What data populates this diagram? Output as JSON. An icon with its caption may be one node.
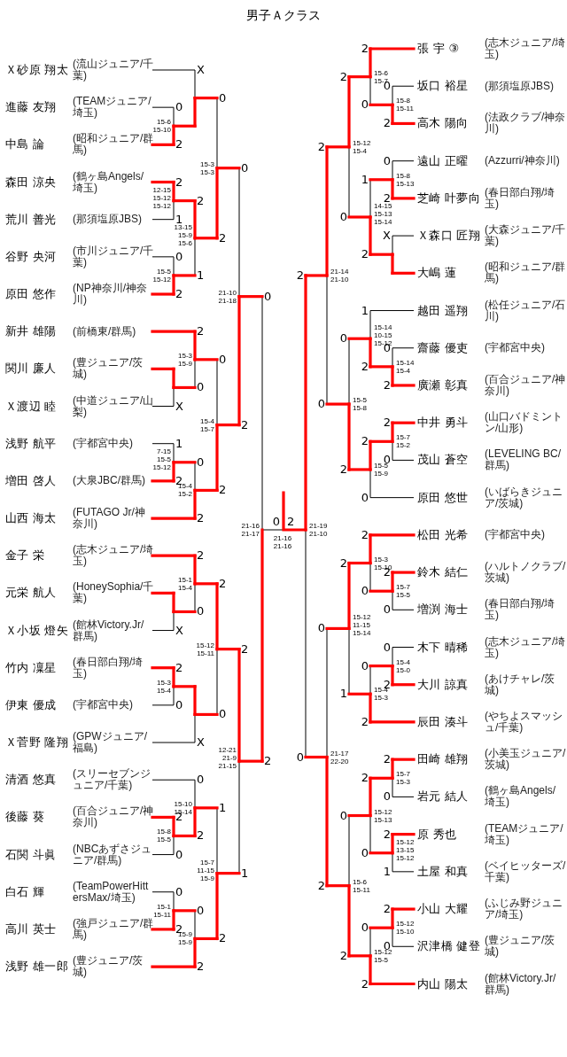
{
  "diagram": {
    "title": "男子Ａクラス",
    "nodes": [
      {
        "text": [
          "Ｘ砂原 翔太",
          "(流山ジュニア/千葉)"
        ]
      },
      {
        "text": [
          "進藤 友翔",
          "(TEAMジュニア/埼玉)"
        ]
      },
      {
        "text": [
          "中島 論",
          "(昭和ジュニア/群馬)"
        ]
      },
      {
        "text": [
          "森田 涼央",
          "(鶴ヶ島Angels/埼玉)"
        ]
      },
      {
        "text": [
          "荒川 善光",
          "(那須塩原JBS)"
        ]
      },
      {
        "text": [
          "谷野 央河",
          "(市川ジュニア/千葉)"
        ]
      },
      {
        "text": [
          "原田 悠作",
          "(NP神奈川/神奈川)"
        ]
      },
      {
        "text": [
          "新井 雄陽",
          "(前橋東/群馬)"
        ]
      },
      {
        "text": [
          "関川 廉人",
          "(豊ジュニア/茨城)"
        ]
      },
      {
        "text": [
          "Ｘ渡辺 睦",
          "(中道ジュニア/山梨)"
        ]
      },
      {
        "text": [
          "浅野 航平",
          "(宇都宮中央)"
        ]
      },
      {
        "text": [
          "増田 啓人",
          "(大泉JBC/群馬)"
        ]
      },
      {
        "text": [
          "山西 海太",
          "(FUTAGO Jr/神奈川)"
        ]
      },
      {
        "text": [
          "金子 栄",
          "(志木ジュニア/埼玉)"
        ]
      },
      {
        "text": [
          "元栄 航人",
          "(HoneySophia/千葉)"
        ]
      },
      {
        "text": [
          "Ｘ小坂 燈矢",
          "(館林Victory.Jr/群馬)"
        ]
      },
      {
        "text": [
          "竹内 凜星",
          "(春日部白翔/埼玉)"
        ]
      },
      {
        "text": [
          "伊東 優成",
          "(宇都宮中央)"
        ]
      },
      {
        "text": [
          "Ｘ菅野 隆翔",
          "(GPWジュニア/福島)"
        ]
      },
      {
        "text": [
          "清酒 悠真",
          "(スリーセブンジュニア/千葉)"
        ]
      },
      {
        "text": [
          "後藤 葵",
          "(百合ジュニア/神奈川)"
        ]
      },
      {
        "text": [
          "石関 斗眞",
          "(NBCあずさジュニア/群馬)"
        ]
      },
      {
        "text": [
          "白石 輝",
          "(TeamPowerHittersMax/埼玉)"
        ]
      },
      {
        "text": [
          "高川 英士",
          "(強戸ジュニア/群馬)"
        ]
      },
      {
        "text": [
          "浅野 雄一郎",
          "(豊ジュニア/茨城)"
        ]
      },
      {
        "text": [
          "張 宇 ③",
          "(志木ジュニア/埼玉)"
        ]
      },
      {
        "text": [
          "坂口 裕星",
          "(那須塩原JBS)"
        ]
      },
      {
        "text": [
          "高木 陽向",
          "(法政クラブ/神奈川)"
        ]
      },
      {
        "text": [
          "遠山 正曜",
          "(Azzurri/神奈川)"
        ]
      },
      {
        "text": [
          "芝崎 叶夢向",
          "(春日部白翔/埼玉)"
        ]
      },
      {
        "text": [
          "Ｘ森口 匠翔",
          "(大森ジュニア/千葉)"
        ]
      },
      {
        "text": [
          "大嶋 蓮",
          "(昭和ジュニア/群馬)"
        ]
      },
      {
        "text": [
          "越田 遥翔",
          "(松任ジュニア/石川)"
        ]
      },
      {
        "text": [
          "齋藤 優吏",
          "(宇都宮中央)"
        ]
      },
      {
        "text": [
          "廣瀬 彰真",
          "(百合ジュニア/神奈川)"
        ]
      },
      {
        "text": [
          "中井 勇斗",
          "(山口バドミントン/山形)"
        ]
      },
      {
        "text": [
          "茂山 蒼空",
          "(LEVELING BC/群馬)"
        ]
      },
      {
        "text": [
          "原田 悠世",
          "(いばらきジュニア/茨城)"
        ]
      },
      {
        "text": [
          "松田 光希",
          "(宇都宮中央)"
        ]
      },
      {
        "text": [
          "鈴木 結仁",
          "(ハルトノクラブ/茨城)"
        ]
      },
      {
        "text": [
          "増渕 海士",
          "(春日部白翔/埼玉)"
        ]
      },
      {
        "text": [
          "木下 晴稀",
          "(志木ジュニア/埼玉)"
        ]
      },
      {
        "text": [
          "大川 諒真",
          "(あけチャレ/茨城)"
        ]
      },
      {
        "text": [
          "辰田 湊斗",
          "(やちよスマッシュ/千葉)"
        ]
      },
      {
        "text": [
          "田崎 雄翔",
          "(小美玉ジュニア/茨城)"
        ]
      },
      {
        "text": [
          "岩元 結人",
          "(鶴ヶ島Angels/埼玉)"
        ]
      },
      {
        "text": [
          "原 秀也",
          "(TEAMジュニア/埼玉)"
        ]
      },
      {
        "text": [
          "土屋 和真",
          "(ベイヒッターズ/千葉)"
        ]
      },
      {
        "text": [
          "小山 大耀",
          "(ふじみ野ジュニア/埼玉)"
        ]
      },
      {
        "text": [
          "沢津橋 健登",
          "(豊ジュニア/茨城)"
        ]
      },
      {
        "text": [
          "内山 陽太",
          "(館林Victory.Jr/群馬)"
        ]
      }
    ],
    "labels": [
      "0",
      "2",
      "15-6 15-10",
      "X",
      "2",
      "1",
      "12-15 15-12 15-12",
      "0",
      "2",
      "15-5 15-12",
      "2",
      "1",
      "13-15 15-9 15-6",
      "0",
      "2",
      "15-3 15-3",
      "X",
      "2",
      "0",
      "15-3 15-9",
      "1",
      "2",
      "7-15 15-5 15-12",
      "0",
      "2",
      "15-4 15-2",
      "0",
      "2",
      "15-4 15-7",
      "0",
      "2",
      "21-10 21-18",
      "X",
      "2",
      "0",
      "15-1 15-4",
      "2",
      "0",
      "15-3 15-4",
      "X",
      "2",
      "0",
      "15-12 15-11",
      "2",
      "0",
      "15-8 15-5",
      "0",
      "2",
      "15-10 15-14",
      "0",
      "2",
      "15-1 15-11",
      "0",
      "2",
      "15-9 15-9",
      "1",
      "2",
      "15-7 11-15 15-9",
      "2",
      "1",
      "12-21 21-9 21-15",
      "0",
      "2",
      "21-16 21-17",
      "0",
      "2",
      "15-8 15-11",
      "2",
      "0",
      "15-6 15-7",
      "0",
      "2",
      "15-8 15-13",
      "X",
      "1",
      "2",
      "14-15 15-13 15-14",
      "2",
      "0",
      "15-12 15-4",
      "0",
      "2",
      "15-14 15-4",
      "1",
      "2",
      "15-14 10-15 15-12",
      "2",
      "0",
      "15-7 15-2",
      "2",
      "0",
      "15-5 15-9",
      "0",
      "2",
      "15-5 15-8",
      "2",
      "0",
      "21-14 21-10",
      "2",
      "0",
      "15-7 15-5",
      "2",
      "0",
      "15-3 15-10",
      "0",
      "2",
      "15-4 15-0",
      "0",
      "2",
      "15-4 15-3",
      "2",
      "1",
      "15-12 11-15 15-14",
      "2",
      "0",
      "15-7 15-3",
      "2",
      "1",
      "15-12 13-15 15-12",
      "2",
      "0",
      "15-12 15-13",
      "2",
      "0",
      "15-12 15-10",
      "0",
      "2",
      "15-12 15-5",
      "0",
      "2",
      "15-6 15-11",
      "0",
      "2",
      "21-17 22-20",
      "2",
      "0",
      "21-19 21-10",
      "0",
      "2",
      "21-16 21-16"
    ]
  }
}
